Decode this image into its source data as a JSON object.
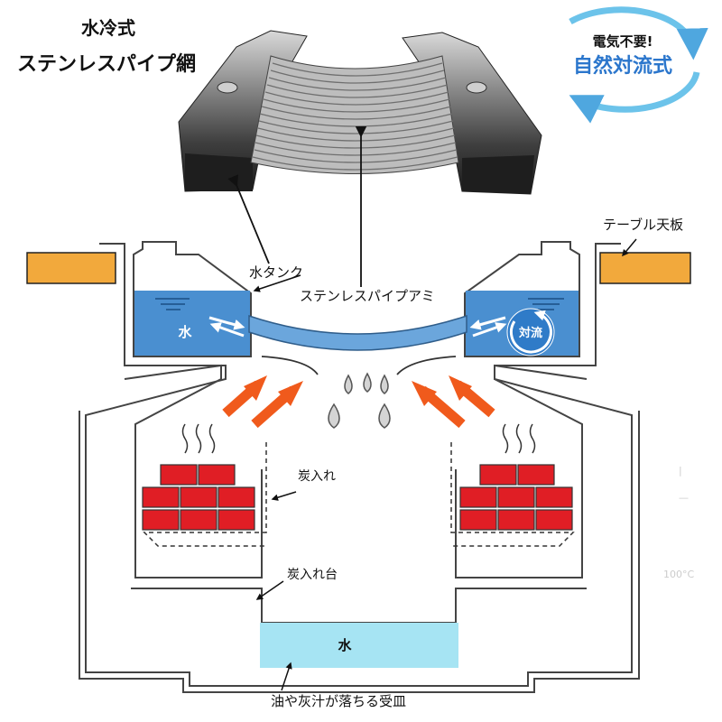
{
  "title": {
    "line1": "水冷式",
    "line2": "ステンレスパイプ網"
  },
  "badge": {
    "line1": "電気不要!",
    "line2": "自然対流式"
  },
  "labels": {
    "table_top": "テーブル天板",
    "water_tank": "水タンク",
    "stainless_pipe_net": "ステンレスパイプアミ",
    "water_left": "水",
    "convection": "対流",
    "charcoal_holder": "炭入れ",
    "charcoal_holder_stand": "炭入れ台",
    "water_tray": "水",
    "oil_ash_tray": "油や灰汁が落ちる受皿"
  },
  "colors": {
    "water": "#4a8fd0",
    "tray_water": "#a6e4f3",
    "heat_arrow": "#f05a1c",
    "brick": "#e01e25",
    "table_top": "#f2a93c",
    "badge_text": "#2b76cc",
    "badge_ring": "#6cc3ea"
  }
}
